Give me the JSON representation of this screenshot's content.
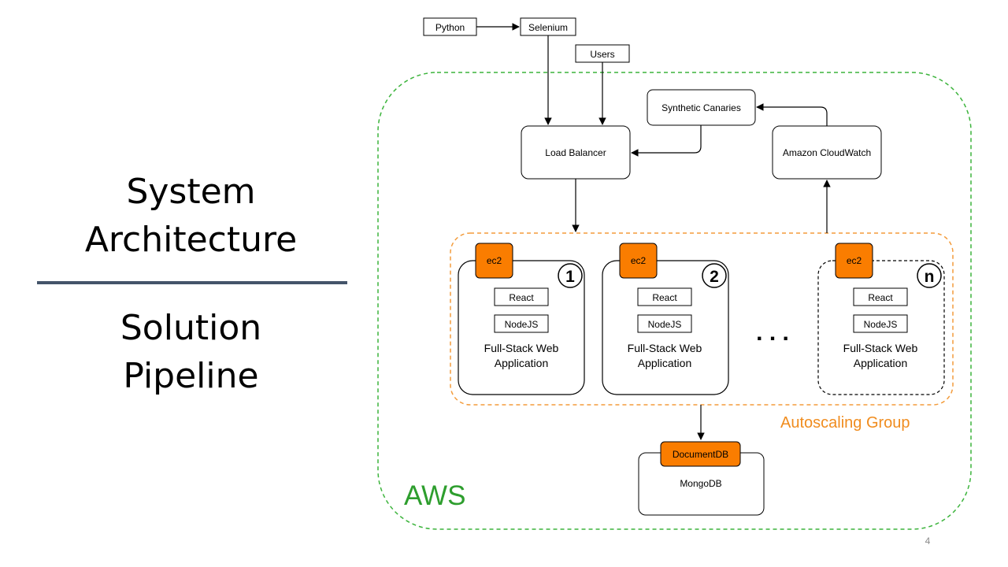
{
  "slide": {
    "title_top_line1": "System",
    "title_top_line2": "Architecture",
    "title_bottom_line1": "Solution",
    "title_bottom_line2": "Pipeline",
    "page_number": "4"
  },
  "diagram": {
    "python": "Python",
    "selenium": "Selenium",
    "users": "Users",
    "synthetic_canaries": "Synthetic Canaries",
    "load_balancer": "Load Balancer",
    "cloudwatch": "Amazon CloudWatch",
    "aws_label": "AWS",
    "autoscaling_label": "Autoscaling Group",
    "ellipsis": ". . .",
    "instances": [
      {
        "ec2": "ec2",
        "number": "1",
        "react": "React",
        "node": "NodeJS",
        "app_line1": "Full-Stack Web",
        "app_line2": "Application"
      },
      {
        "ec2": "ec2",
        "number": "2",
        "react": "React",
        "node": "NodeJS",
        "app_line1": "Full-Stack Web",
        "app_line2": "Application"
      },
      {
        "ec2": "ec2",
        "number": "n",
        "react": "React",
        "node": "NodeJS",
        "app_line1": "Full-Stack Web",
        "app_line2": "Application"
      }
    ],
    "documentdb": "DocumentDB",
    "mongodb": "MongoDB"
  },
  "colors": {
    "aws_green": "#2e9e2e",
    "autoscaling_orange": "#f08c1e",
    "ec2_fill": "#fa7d00",
    "divider": "#44546a"
  }
}
